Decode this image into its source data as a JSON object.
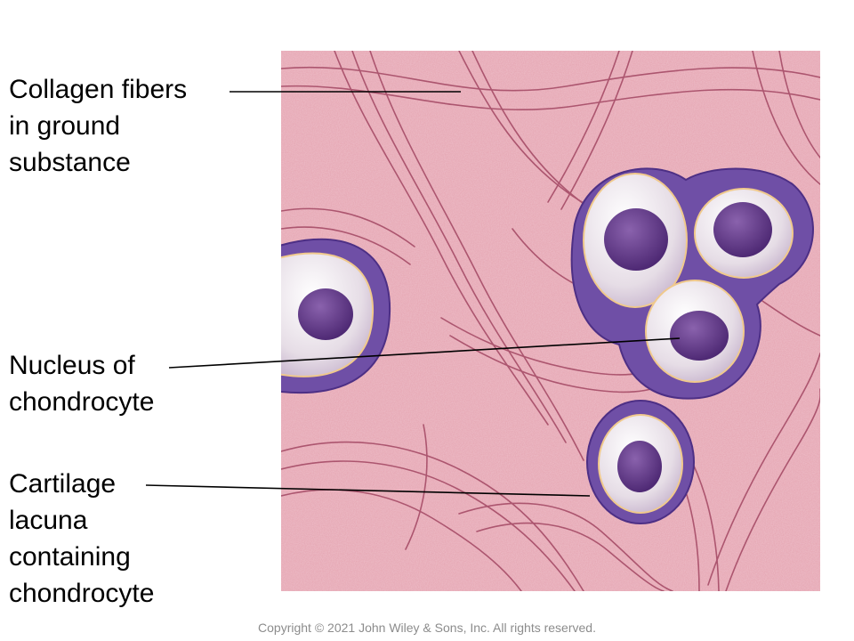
{
  "labels": {
    "collagen": "Collagen fibers\nin ground\nsubstance",
    "nucleus": "Nucleus of\nchondrocyte",
    "lacuna": "Cartilage\nlacuna\ncontaining\nchondrocyte"
  },
  "copyright": "Copyright © 2021 John Wiley & Sons, Inc. All rights reserved.",
  "colors": {
    "matrix": "#e3a0ad",
    "fiber": "#9c3e58",
    "lacuna_ring": "#6a4aa0",
    "cell_body": "#ece6ec",
    "nucleus": "#5b3580"
  }
}
